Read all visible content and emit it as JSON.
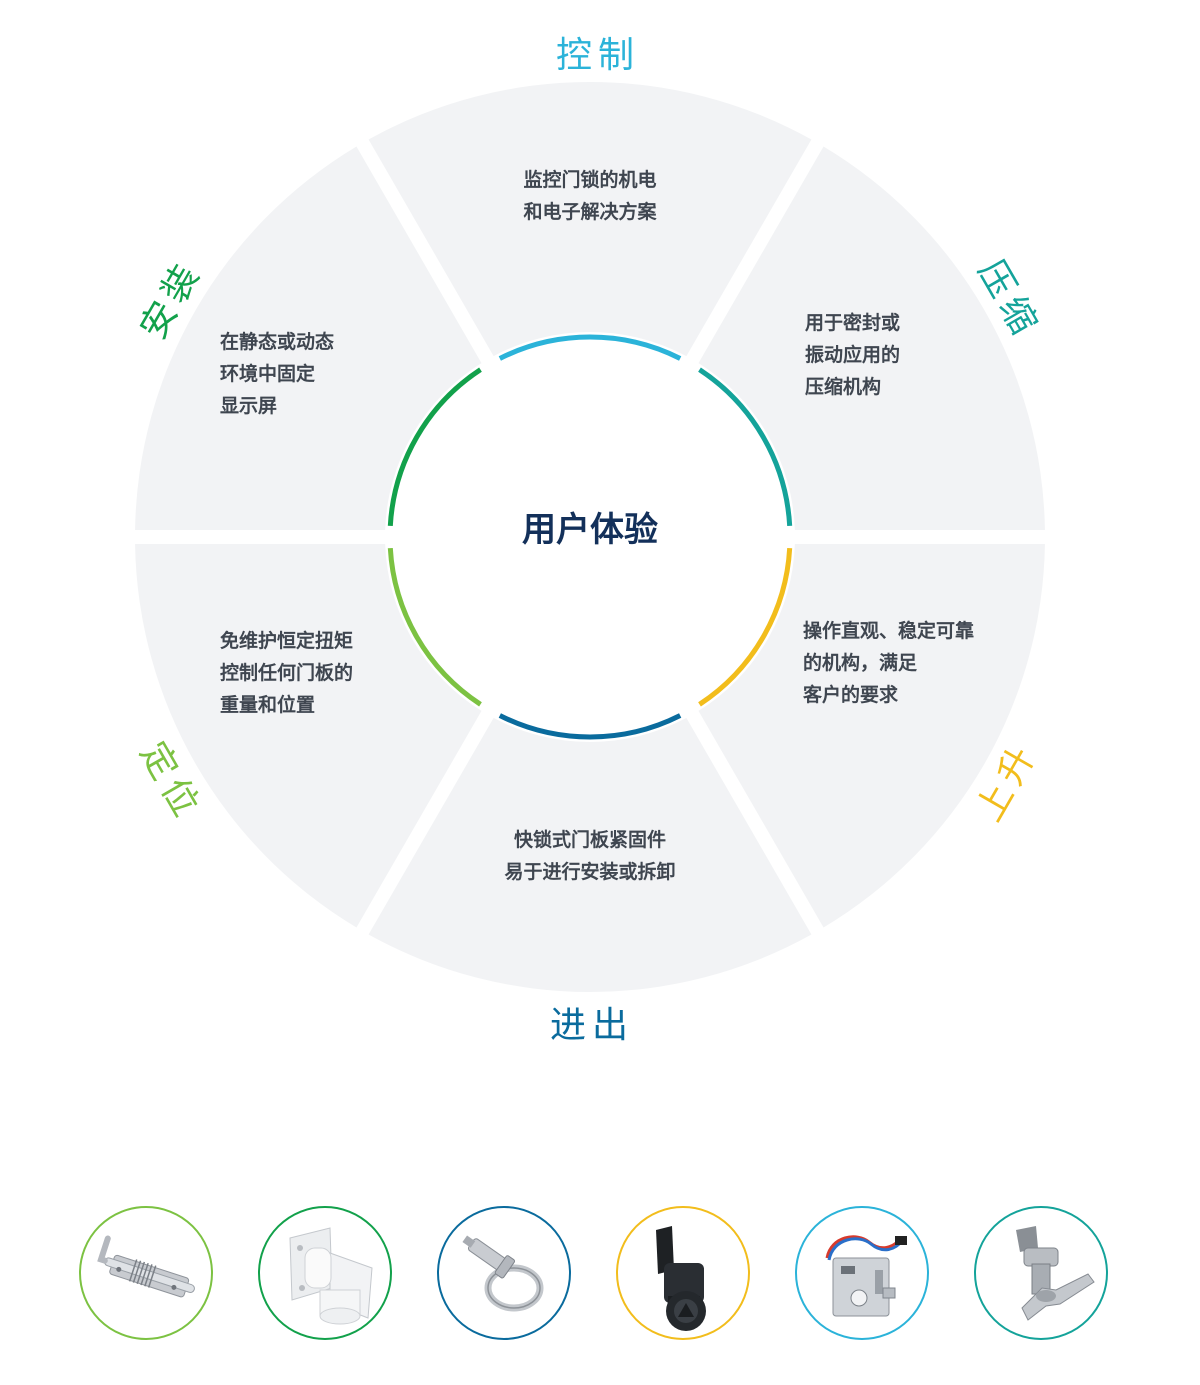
{
  "center_title": "用户体验",
  "colors": {
    "control": "#2bb3d9",
    "compress": "#14a39a",
    "lift": "#f2bd1c",
    "access": "#0a6b9d",
    "position": "#7cc242",
    "mount": "#12a14b",
    "segment_fill": "#f2f3f5",
    "center_text": "#13305a",
    "segment_text": "#3f4650"
  },
  "segments": [
    {
      "key": "control",
      "label": "控制",
      "description": "监控门锁的机电\n和电子解决方案"
    },
    {
      "key": "compress",
      "label": "压缩",
      "description": "用于密封或\n振动应用的\n压缩机构"
    },
    {
      "key": "lift",
      "label": "上升",
      "description": "操作直观、稳定可靠\n的机构，满足\n客户的要求"
    },
    {
      "key": "access",
      "label": "进出",
      "description": "快锁式门板紧固件\n易于进行安装或拆卸"
    },
    {
      "key": "position",
      "label": "定位",
      "description": "免维护恒定扭矩\n控制任何门板的\n重量和位置"
    },
    {
      "key": "mount",
      "label": "安装",
      "description": "在静态或动态\n环境中固定\n显示屏"
    }
  ],
  "products": [
    {
      "icon": "spring-bolt-latch-icon",
      "ring_color": "#7cc242"
    },
    {
      "icon": "positioning-hinge-icon",
      "ring_color": "#12a14b"
    },
    {
      "icon": "quarter-turn-ring-fastener-icon",
      "ring_color": "#0a6b9d"
    },
    {
      "icon": "lift-cam-latch-icon",
      "ring_color": "#f2bd1c"
    },
    {
      "icon": "electronic-lock-icon",
      "ring_color": "#2bb3d9"
    },
    {
      "icon": "t-handle-compression-latch-icon",
      "ring_color": "#14a39a"
    }
  ]
}
